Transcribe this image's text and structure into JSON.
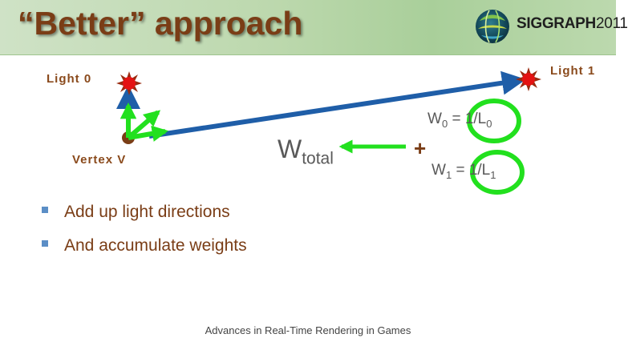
{
  "slide": {
    "title": "“Better” approach",
    "brand": {
      "name": "SIGGRAPH",
      "year": "2011"
    },
    "labels": {
      "light0": "Light 0",
      "light1": "Light 1",
      "vertex": "Vertex V"
    },
    "equations": {
      "w0": {
        "lhs": "W",
        "lhs_sub": "0",
        "rhs": " = 1/L",
        "rhs_sub": "0"
      },
      "w1": {
        "lhs": "W",
        "lhs_sub": "1",
        "rhs": " = 1/L",
        "rhs_sub": "1"
      },
      "total": {
        "base": "W",
        "sub": "total"
      },
      "plus": "+"
    },
    "bullets": [
      "Add up light directions",
      "And accumulate weights"
    ],
    "footer": "Advances in Real-Time Rendering in Games"
  },
  "colors": {
    "accent_brown": "#7a3d16",
    "highlight_green": "#22e01e",
    "direction_blue": "#1f5ea8",
    "light_red": "#e41212",
    "bullet_blue": "#5b8ec6"
  },
  "icons": [
    "light-source-icon",
    "vertex-point-icon",
    "siggraph-logo-icon"
  ]
}
